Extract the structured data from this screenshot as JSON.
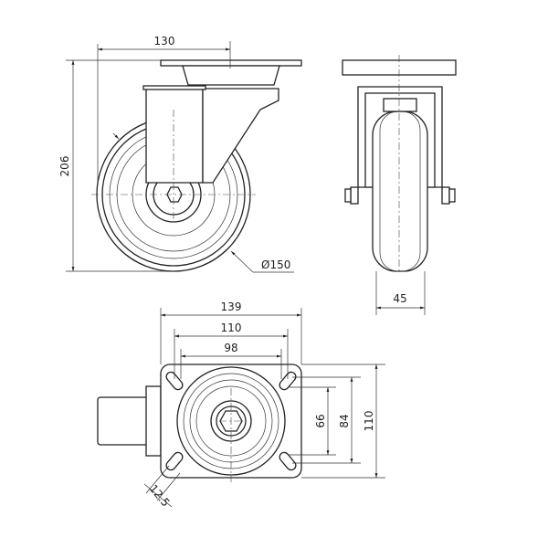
{
  "title": "Swivel castor technical drawing",
  "dimensions": {
    "front_width": "130",
    "front_height": "206",
    "wheel_diameter": "Ø150",
    "side_wheel_width": "45",
    "plate_width": "139",
    "bolt_spacing_outer": "110",
    "bolt_spacing_inner": "98",
    "slot_inner": "66",
    "slot_outer": "84",
    "plate_depth": "110",
    "slot_width": "12.5"
  },
  "colors": {
    "line": "#222222",
    "background": "#ffffff"
  }
}
